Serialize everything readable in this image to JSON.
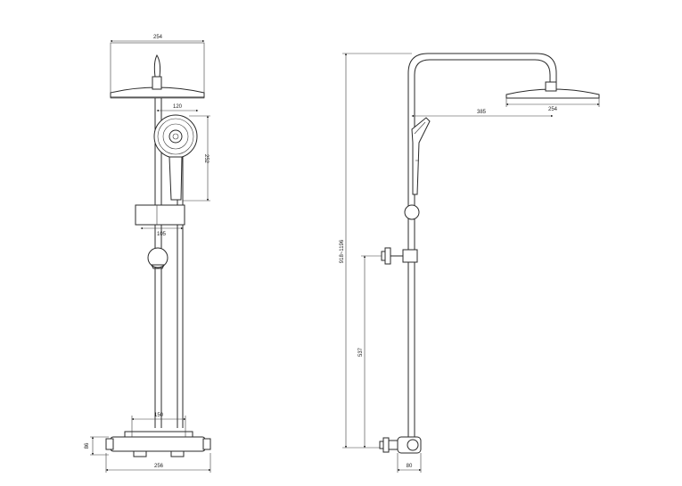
{
  "front_view": {
    "dims": {
      "head_width": "254",
      "handset_head": "120",
      "handset_height": "252",
      "bracket": "105",
      "outlet_spacing": "150",
      "valve_height": "86",
      "valve_width": "256"
    }
  },
  "side_view": {
    "dims": {
      "total_height": "918~1196",
      "arm_reach": "385",
      "head_diameter": "254",
      "outlet_height": "537",
      "wall_offset": "80"
    }
  }
}
